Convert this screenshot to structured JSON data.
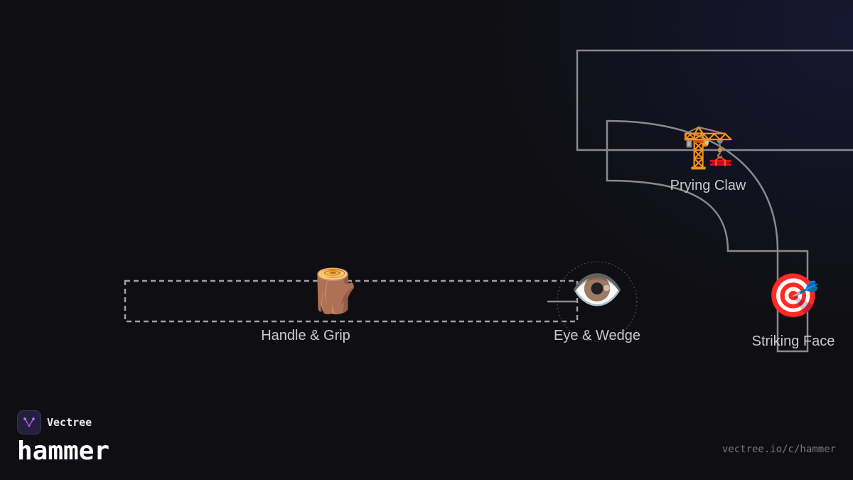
{
  "brand": {
    "name": "Vectree",
    "logo_icon": "vectree-logo-icon",
    "accent": "#b35de6"
  },
  "page_title": "hammer",
  "source_url": "vectree.io/c/hammer",
  "diagram": {
    "nodes": [
      {
        "id": "handle",
        "label": "Handle & Grip",
        "icon": "🪵",
        "icon_name": "wood-log-icon"
      },
      {
        "id": "eye",
        "label": "Eye & Wedge",
        "icon": "👁️",
        "icon_name": "eye-icon"
      },
      {
        "id": "claw",
        "label": "Prying Claw",
        "icon": "🏗️",
        "icon_name": "crane-icon"
      },
      {
        "id": "face",
        "label": "Striking Face",
        "icon": "🎯",
        "icon_name": "target-icon"
      }
    ],
    "colors": {
      "outline": "#8a8a8e",
      "dashed": "#a0a0a4",
      "label": "#c9c9cf"
    }
  }
}
